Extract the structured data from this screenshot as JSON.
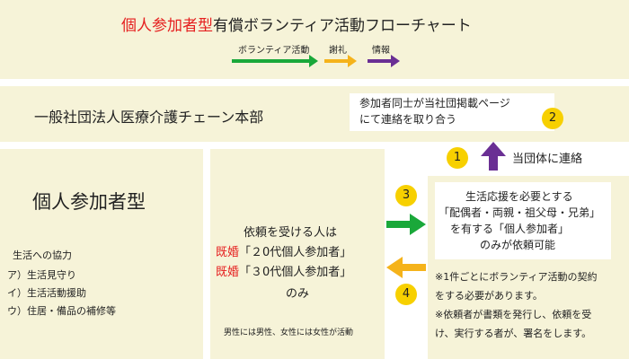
{
  "title": {
    "highlight": "個人参加者型",
    "rest": "有償ボランティア活動フローチャート"
  },
  "legend": [
    {
      "label": "ボランティア活動",
      "color": "#1aa83a"
    },
    {
      "label": "謝礼",
      "color": "#f5b31b"
    },
    {
      "label": "情報",
      "color": "#6a2f94"
    }
  ],
  "org": {
    "name": "一般社団法人医療介護チェーン本部"
  },
  "info_box": {
    "line1": "参加者同士が当社団掲載ページ",
    "line2": "にて連絡を取り合う"
  },
  "steps": {
    "s1": "1",
    "s2": "2",
    "s3": "3",
    "s4": "4"
  },
  "contact_label": "当団体に連絡",
  "participant": {
    "title": "個人参加者型",
    "cooperation_title": "生活への協力",
    "items": [
      "ア）生活見守り",
      "イ）生活活動援助",
      "ウ）住居・備品の補修等"
    ]
  },
  "receiver": {
    "heading": "依頼を受ける人は",
    "line1_red": "既婚",
    "line1_rest": "「２0代個人参加者」",
    "line2_red": "既婚",
    "line2_rest": "「３0代個人参加者」",
    "tail": "のみ",
    "footnote": "男性には男性、女性には女性が活動"
  },
  "requester": {
    "line1": "生活応援を必要とする",
    "line2": "「配偶者・両親・祖父母・兄弟」",
    "line3": "を有する「個人参加者」",
    "line4": "のみが依頼可能"
  },
  "notes": {
    "n1a": "※1件ごとにボランティア活動の契約",
    "n1b": "をする必要があります。",
    "n2a": "※依頼者が書類を発行し、依頼を受",
    "n2b": "け、実行する者が、署名をします。"
  }
}
